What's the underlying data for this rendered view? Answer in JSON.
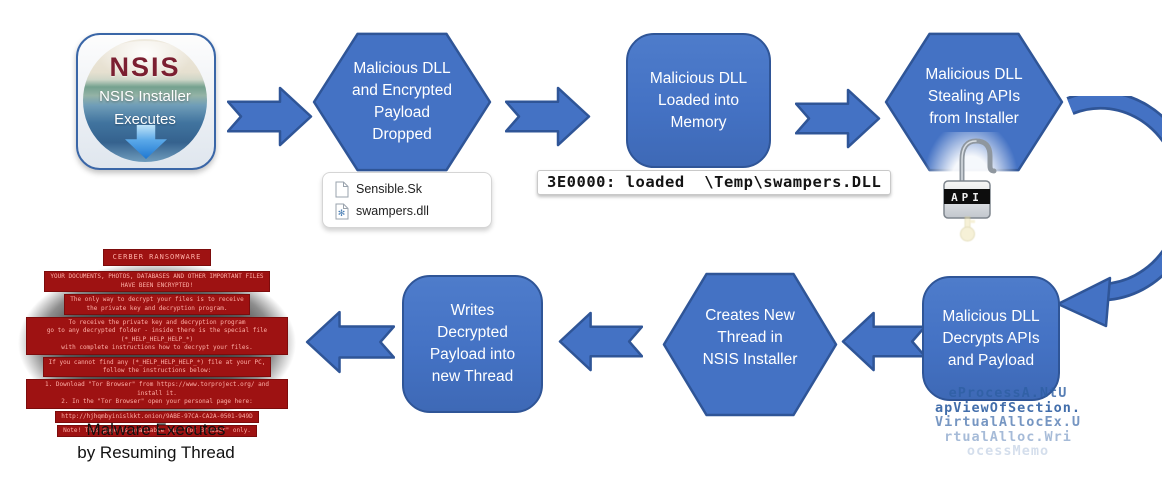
{
  "colors": {
    "shape_fill": "#4472C4",
    "shape_border": "#2F5597",
    "shape_text": "#FFFFFF",
    "nsis_brand_red": "#7B1F31",
    "ransom_box_red": "#9E1212",
    "ransom_text_pink": "#FFAFA6",
    "api_code_blue": "#2E5FA3"
  },
  "flow": {
    "nsis": {
      "brand": "NSIS",
      "label": "NSIS Installer\nExecutes"
    },
    "steps": {
      "dropped": "Malicious DLL\nand Encrypted\nPayload\nDropped",
      "loaded": "Malicious DLL\nLoaded into\nMemory",
      "stealing": "Malicious DLL\nStealing APIs\nfrom Installer",
      "decrypts": "Malicious DLL\nDecrypts APIs\nand Payload",
      "thread": "Creates New\nThread in\nNSIS Installer",
      "writes": "Writes\nDecrypted\nPayload into\nnew Thread"
    },
    "files": [
      "Sensible.Sk",
      "swampers.dll"
    ],
    "memory_log": "3E0000: loaded  \\Temp\\swampers.DLL",
    "lock_label": "API",
    "api_code_lines": [
      "eProcessA.NtU",
      "apViewOfSection.",
      "VirtualAllocEx.U",
      "rtualAlloc.Wri",
      "ocessMemo"
    ],
    "caption": "Malware Executes\nby Resuming Thread"
  },
  "ransom_note": {
    "title": "CERBER RANSOMWARE",
    "lines": [
      "YOUR DOCUMENTS, PHOTOS, DATABASES AND OTHER IMPORTANT FILES\nHAVE BEEN ENCRYPTED!",
      "The only way to decrypt your files is to receive\nthe private key and decryption program.",
      "To receive the private key and decryption program\ngo to any decrypted folder - inside there is the special file (*_HELP_HELP_HELP_*)\nwith complete instructions how to decrypt your files.",
      "If you cannot find any (*_HELP_HELP_HELP_*) file at your PC,\nfollow the instructions below:",
      "1. Download \"Tor Browser\" from https://www.torproject.org/ and install it.\n2. In the \"Tor Browser\" open your personal page here:",
      "http://hjhqmbyinislkkt.onion/9ABE-97CA-CA2A-0501-949D",
      "Note! This page is available via \"Tor Browser\" only."
    ]
  }
}
